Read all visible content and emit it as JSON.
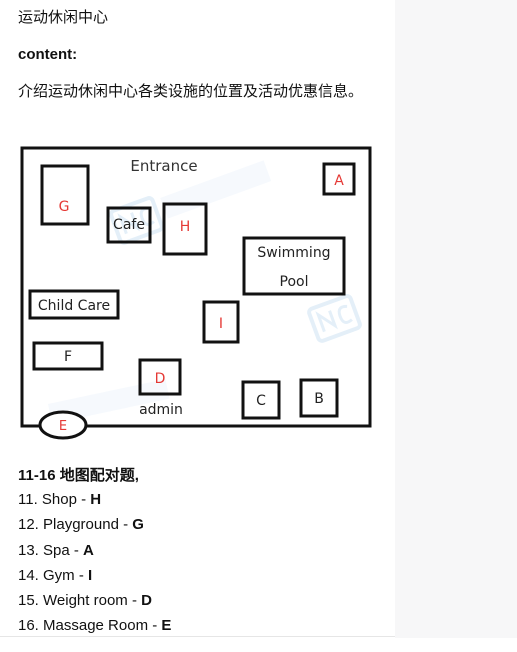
{
  "document": {
    "title": "运动休闲中心",
    "section_label": "content:",
    "intro": "介绍运动休闲中心各类设施的位置及活动优惠信息。"
  },
  "map": {
    "entrance": "Entrance",
    "labels": {
      "A": "A",
      "G": "G",
      "H": "H",
      "cafe": "Cafe",
      "swimming": "Swimming",
      "pool": "Pool",
      "child_care": "Child Care",
      "I": "I",
      "F": "F",
      "D": "D",
      "admin": "admin",
      "C": "C",
      "B": "B",
      "E": "E"
    },
    "colors": {
      "red_letter": "#e53935",
      "black_letter": "#222222",
      "watermark": "#cfe3f4"
    },
    "watermark_icon": "nc-channel-logo"
  },
  "questions": {
    "heading": "11-16 地图配对题,",
    "items": [
      {
        "prefix": "11. Shop - ",
        "answer": "H"
      },
      {
        "prefix": "12. Playground - ",
        "answer": "G"
      },
      {
        "prefix": "13. Spa - ",
        "answer": "A"
      },
      {
        "prefix": "14. Gym - ",
        "answer": "I"
      },
      {
        "prefix": "15. Weight room - ",
        "answer": "D"
      },
      {
        "prefix": "16. Massage Room - ",
        "answer": "E"
      }
    ]
  }
}
